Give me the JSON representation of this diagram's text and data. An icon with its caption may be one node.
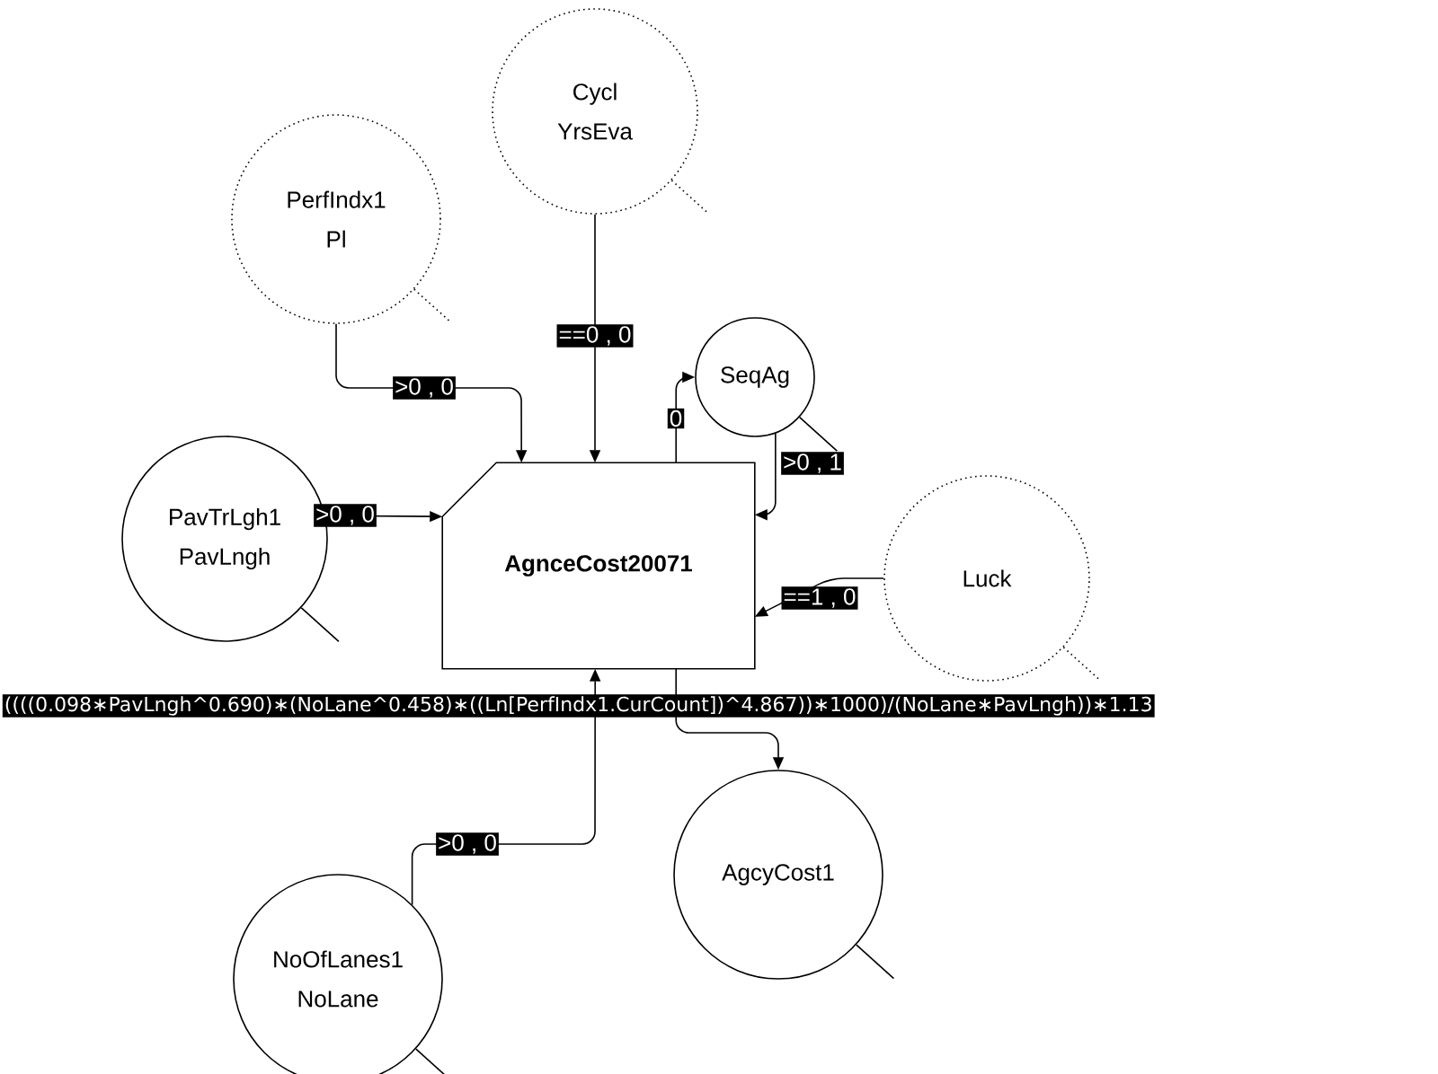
{
  "diagram": {
    "nodes": [
      {
        "text": [
          "Cycl",
          "YrsEva"
        ]
      },
      {
        "text": [
          "PerfIndx1",
          "Pl"
        ]
      },
      {
        "text": [
          "SeqAg"
        ]
      },
      {
        "text": [
          "PavTrLgh1",
          "PavLngh"
        ]
      },
      {
        "text": [
          "AgnceCost20071"
        ]
      },
      {
        "text": [
          "Luck"
        ]
      },
      {
        "text": [
          "NoOfLanes1",
          "NoLane"
        ]
      },
      {
        "text": [
          "AgcyCost1"
        ]
      }
    ],
    "edges": [
      {
        "from": 1,
        "to": 4,
        "arrow": "to",
        "label": ">0 , 0"
      },
      {
        "from": 0,
        "to": 4,
        "arrow": "to",
        "label": "==0 , 0"
      },
      {
        "from": 4,
        "to": 2,
        "arrow": "to",
        "label": "0"
      },
      {
        "from": 2,
        "to": 4,
        "arrow": "to",
        "label": ">0 , 1"
      },
      {
        "from": 3,
        "to": 4,
        "arrow": "to",
        "label": ">0 , 0"
      },
      {
        "from": 5,
        "to": 4,
        "arrow": "to",
        "label": "==1 , 0"
      },
      {
        "from": 6,
        "to": 4,
        "arrow": "to",
        "label": ">0 , 0"
      },
      {
        "from": 4,
        "to": 7,
        "arrow": "to",
        "label": "((((0.098∗PavLngh^0.690)∗(NoLane^0.458)∗((Ln[PerfIndx1.CurCount])^4.867))∗1000)/(NoLane∗PavLngh))∗1.13"
      }
    ]
  }
}
